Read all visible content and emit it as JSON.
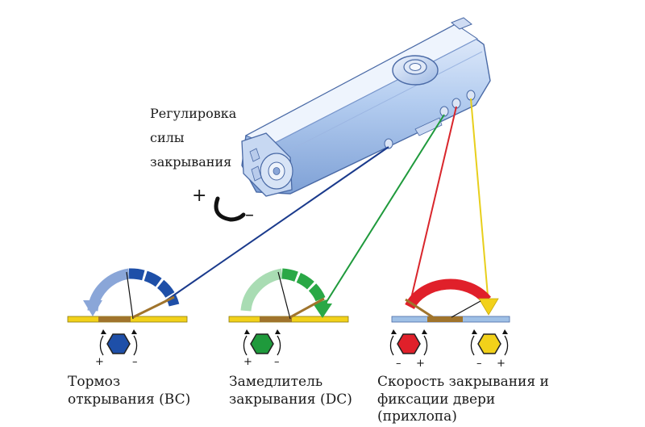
{
  "closer_label": {
    "line1": "Регулировка",
    "line2": "силы",
    "line3": "закрывания",
    "plus": "+",
    "minus": "–"
  },
  "valves": [
    {
      "id": "bc",
      "caption_line1": "Тормоз",
      "caption_line2": "открывания (BC)",
      "hex_color": "#1e4fa8",
      "plus": "+",
      "minus": "–",
      "arc_color": "#1e4fa8",
      "line_color": "#1a3a8c"
    },
    {
      "id": "dc",
      "caption_line1": "Замедлитель",
      "caption_line2": "закрывания (DC)",
      "hex_color": "#1f9a3c",
      "plus": "+",
      "minus": "–",
      "arc_color": "#2aa846",
      "line_color": "#1f9a3c"
    },
    {
      "id": "sc",
      "caption_line1": "Скорость закрывания и",
      "caption_line2": "фиксации двери",
      "caption_line3": "(прихлопа)",
      "hex_color_1": "#e0202a",
      "hex_color_2": "#f2d11a",
      "plus": "+",
      "minus": "–",
      "arc_color": "#e0202a",
      "line_color_1": "#d9262c",
      "line_color_2": "#e8cf1c"
    }
  ],
  "colors": {
    "body": "#a8c4ec",
    "body_dark": "#6f93cc",
    "ground": "#f2d11a",
    "ground_blue": "#9fc0e6"
  }
}
